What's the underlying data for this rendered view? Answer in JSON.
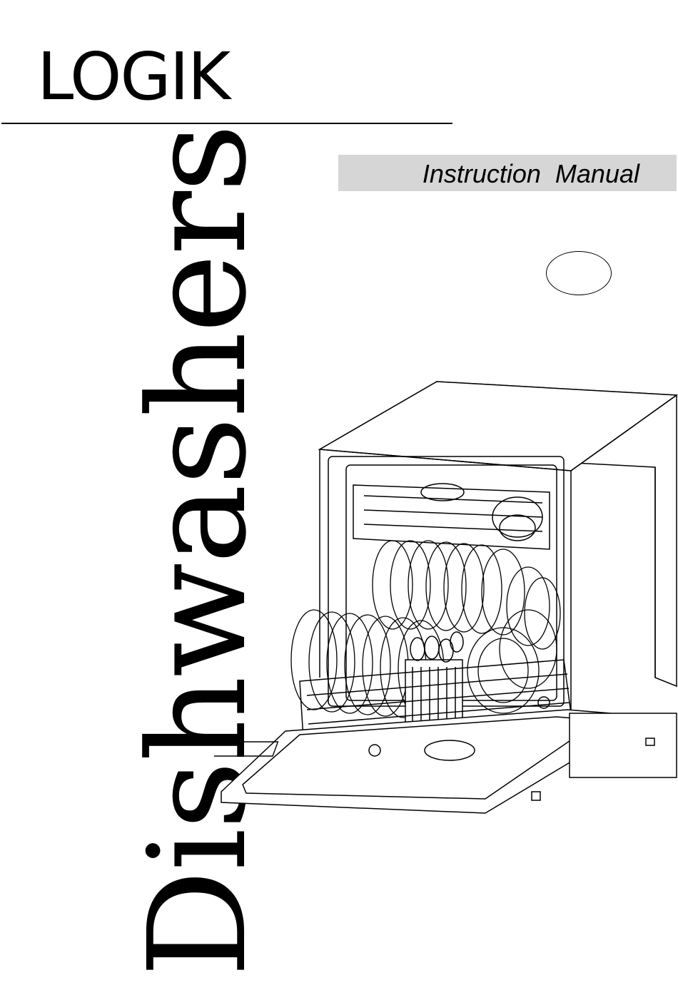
{
  "header": {
    "brand": "LOGIK"
  },
  "banner": {
    "text": "Instruction  Manual"
  },
  "side_title": "Dishwashers",
  "illustration": {
    "icon": "dishwasher-open-with-racks-illustration"
  },
  "colors": {
    "banner_bg": "#d6d6d6",
    "ink": "#000000"
  }
}
